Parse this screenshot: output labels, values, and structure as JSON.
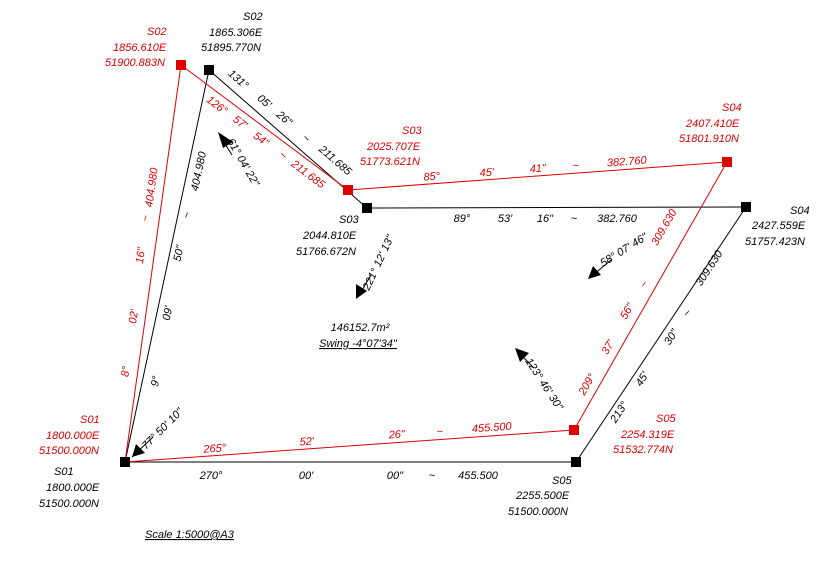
{
  "colors": {
    "original": "#000000",
    "revised": "#e00000"
  },
  "original_stations": [
    {
      "id": "S01",
      "label": "S01",
      "easting": "1800.000E",
      "northing": "51500.000N"
    },
    {
      "id": "S02",
      "label": "S02",
      "easting": "1865.306E",
      "northing": "51895.770N"
    },
    {
      "id": "S03",
      "label": "S03",
      "easting": "2044.810E",
      "northing": "51766.672N"
    },
    {
      "id": "S04",
      "label": "S04",
      "easting": "2427.559E",
      "northing": "51757.423N"
    },
    {
      "id": "S05",
      "label": "S05",
      "easting": "2255.500E",
      "northing": "51500.000N"
    }
  ],
  "revised_stations": [
    {
      "id": "S01",
      "label": "S01",
      "easting": "1800.000E",
      "northing": "51500.000N"
    },
    {
      "id": "S02",
      "label": "S02",
      "easting": "1856.610E",
      "northing": "51900.883N"
    },
    {
      "id": "S03",
      "label": "S03",
      "easting": "2025.707E",
      "northing": "51773.621N"
    },
    {
      "id": "S04",
      "label": "S04",
      "easting": "2407.410E",
      "northing": "51801.910N"
    },
    {
      "id": "S05",
      "label": "S05",
      "easting": "2254.319E",
      "northing": "51532.774N"
    }
  ],
  "original_legs": {
    "s01_s02": {
      "deg": "9°",
      "min": "09'",
      "sec": "50\"",
      "tilde": "~",
      "dist": "404.980"
    },
    "s02_s03": {
      "deg": "131°",
      "min": "05'",
      "sec": "26\"",
      "tilde": "~",
      "dist": "211.685"
    },
    "s03_s04": {
      "deg": "89°",
      "min": "53'",
      "sec": "16\"",
      "tilde": "~",
      "dist": "382.760"
    },
    "s04_s05": {
      "deg": "213°",
      "min": "45'",
      "sec": "30\"",
      "tilde": "~",
      "dist": "309.630"
    },
    "s05_s01": {
      "deg": "270°",
      "min": "00'",
      "sec": "00\"",
      "tilde": "~",
      "dist": "455.500"
    }
  },
  "revised_legs": {
    "s01_s02": {
      "deg": "8°",
      "min": "02'",
      "sec": "16\"",
      "tilde": "~",
      "dist": "404.980"
    },
    "s02_s03": {
      "deg": "126°",
      "min": "57'",
      "sec": "54\"",
      "tilde": "~",
      "dist": "211.685"
    },
    "s03_s04": {
      "deg": "85°",
      "min": "45'",
      "sec": "41\"",
      "tilde": "~",
      "dist": "382.760"
    },
    "s04_s05": {
      "deg": "209°",
      "min": "37'",
      "sec": "56\"",
      "tilde": "~",
      "dist": "309.630"
    },
    "s05_s01": {
      "deg": "265°",
      "min": "52'",
      "sec": "26\"",
      "tilde": "~",
      "dist": "455.500"
    }
  },
  "shift_arrows": {
    "s01": "77° 50' 10\"",
    "s02": "61° 04' 22\"",
    "s03": "221° 12' 13\"",
    "s04": "58° 07' 46\"",
    "s05": "123° 46' 30\""
  },
  "area": "146152.7m²",
  "swing": "Swing -4°07'34\"",
  "scale": "Scale 1:5000@A3"
}
